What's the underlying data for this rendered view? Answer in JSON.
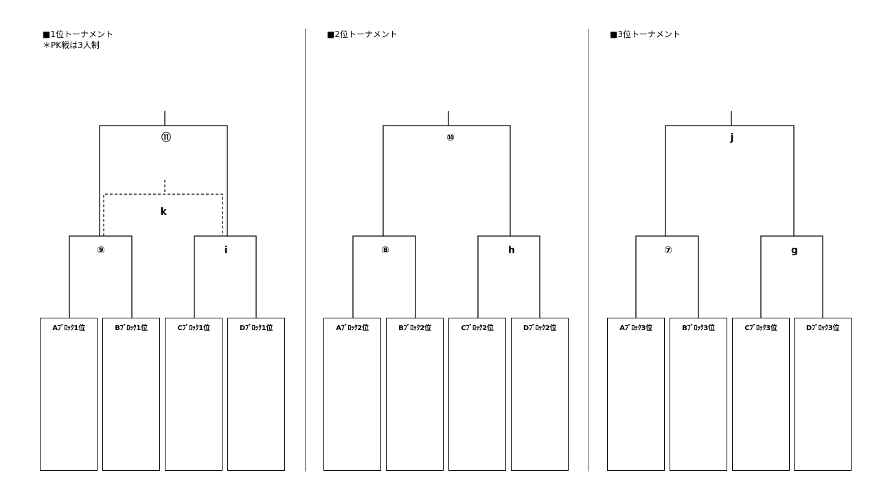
{
  "sections": [
    {
      "title": "■1位トーナメント",
      "note": "＊PK戦は3人制",
      "blocks": [
        "Aﾌﾞﾛｯｸ1位",
        "Bﾌﾞﾛｯｸ1位",
        "Cﾌﾞﾛｯｸ1位",
        "Dﾌﾞﾛｯｸ1位"
      ],
      "match_left": "⑨",
      "match_right": "i",
      "match_final": "⑪",
      "match_third_place": "k"
    },
    {
      "title": "■2位トーナメント",
      "blocks": [
        "Aﾌﾞﾛｯｸ2位",
        "Bﾌﾞﾛｯｸ2位",
        "Cﾌﾞﾛｯｸ2位",
        "Dﾌﾞﾛｯｸ2位"
      ],
      "match_left": "⑧",
      "match_right": "h",
      "match_final": "⑩"
    },
    {
      "title": "■3位トーナメント",
      "blocks": [
        "Aﾌﾞﾛｯｸ3位",
        "Bﾌﾞﾛｯｸ3位",
        "Cﾌﾞﾛｯｸ3位",
        "Dﾌﾞﾛｯｸ3位"
      ],
      "match_left": "⑦",
      "match_right": "g",
      "match_final": "j"
    }
  ]
}
